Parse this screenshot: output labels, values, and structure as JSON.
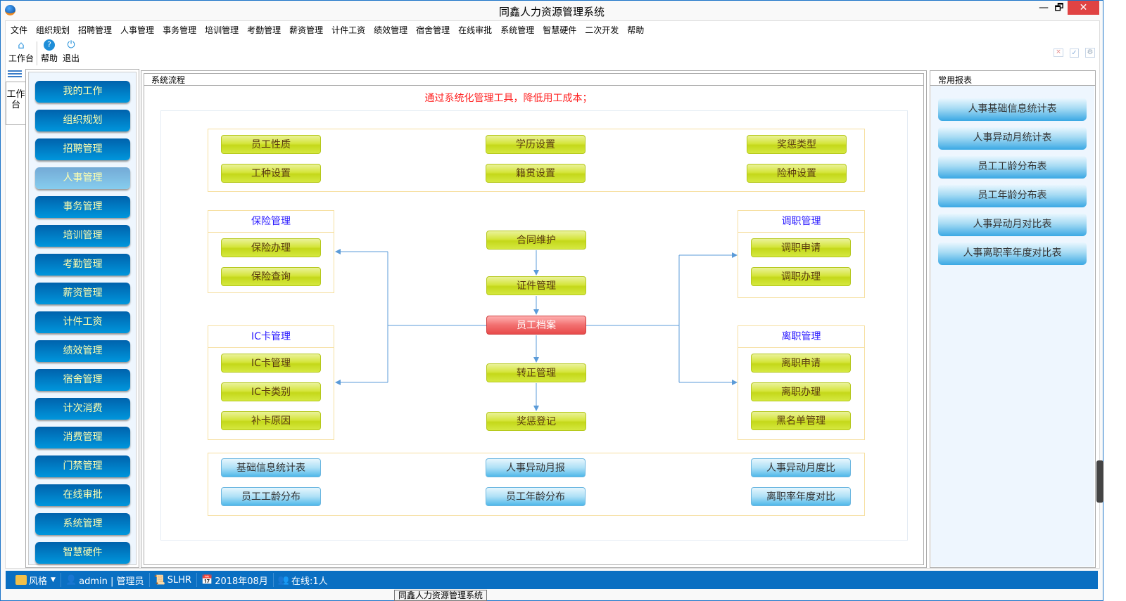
{
  "window": {
    "title": "同鑫人力资源管理系统",
    "minimize": "—",
    "restore": "🗗",
    "close": "✕"
  },
  "menu": [
    "文件",
    "组织规划",
    "招聘管理",
    "人事管理",
    "事务管理",
    "培训管理",
    "考勤管理",
    "薪资管理",
    "计件工资",
    "绩效管理",
    "宿舍管理",
    "在线审批",
    "系统管理",
    "智慧硬件",
    "二次开发",
    "帮助"
  ],
  "toolbar": {
    "workbench": "工作台",
    "help": "帮助",
    "exit": "退出",
    "help_glyph": "?",
    "exit_glyph": "⏻"
  },
  "left_tab": {
    "label": "工作台"
  },
  "sidebar": {
    "items": [
      "我的工作",
      "组织规划",
      "招聘管理",
      "人事管理",
      "事务管理",
      "培训管理",
      "考勤管理",
      "薪资管理",
      "计件工资",
      "绩效管理",
      "宿舍管理",
      "计次消费",
      "消费管理",
      "门禁管理",
      "在线审批",
      "系统管理",
      "智慧硬件"
    ],
    "active": "人事管理"
  },
  "flow": {
    "header": "系统流程",
    "slogan": "通过系统化管理工具，降低用工成本；",
    "settings": [
      "员工性质",
      "学历设置",
      "奖惩类型",
      "工种设置",
      "籍贯设置",
      "险种设置"
    ],
    "insurance": {
      "title": "保险管理",
      "items": [
        "保险办理",
        "保险查询"
      ]
    },
    "iccard": {
      "title": "IC卡管理",
      "items": [
        "IC卡管理",
        "IC卡类别",
        "补卡原因"
      ]
    },
    "transfer": {
      "title": "调职管理",
      "items": [
        "调职申请",
        "调职办理"
      ]
    },
    "leave": {
      "title": "离职管理",
      "items": [
        "离职申请",
        "离职办理",
        "黑名单管理"
      ]
    },
    "center": [
      "合同维护",
      "证件管理",
      "员工档案",
      "转正管理",
      "奖惩登记"
    ],
    "reports": [
      "基础信息统计表",
      "人事异动月报",
      "人事异动月度比",
      "员工工龄分布",
      "员工年龄分布",
      "离职率年度对比"
    ]
  },
  "reports_panel": {
    "header": "常用报表",
    "items": [
      "人事基础信息统计表",
      "人事异动月统计表",
      "员工工龄分布表",
      "员工年龄分布表",
      "人事异动月对比表",
      "人事离职率年度对比表"
    ]
  },
  "status": {
    "style": "风格",
    "user": "admin | 管理员",
    "db": "SLHR",
    "period": "2018年08月",
    "online": "在线:1人",
    "tooltip": "同鑫人力资源管理系统"
  },
  "colors": {
    "accent": "#0a6fc2",
    "slogan": "#ff2020",
    "group_title": "#2a1aff"
  }
}
